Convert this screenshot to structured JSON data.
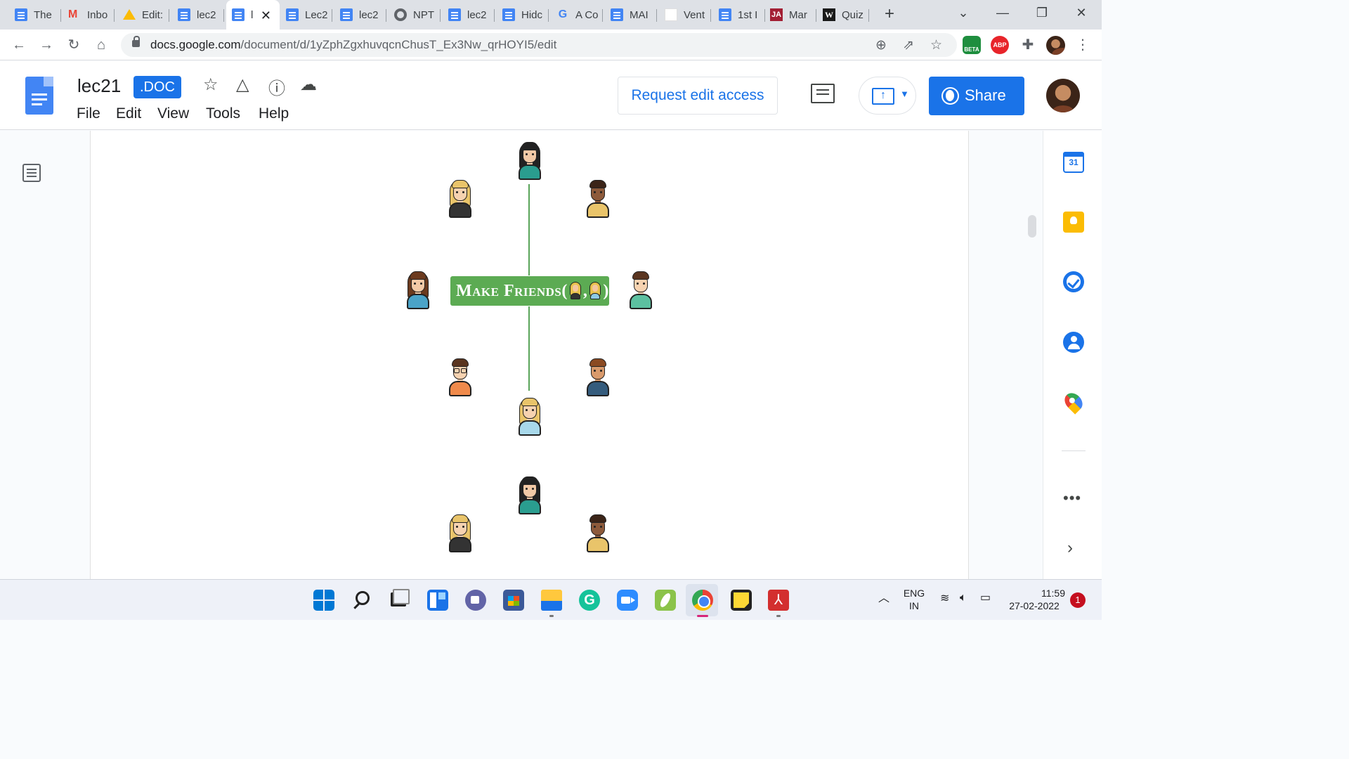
{
  "browser": {
    "tabs": [
      {
        "favicon": "docs-icon",
        "label": "The"
      },
      {
        "favicon": "gmail-icon",
        "label": "Inbo"
      },
      {
        "favicon": "drive-icon",
        "label": "Edit:"
      },
      {
        "favicon": "docs-icon",
        "label": "lec2"
      },
      {
        "favicon": "docs-icon",
        "label": "l",
        "active": true
      },
      {
        "favicon": "docs-icon",
        "label": "Lec2"
      },
      {
        "favicon": "docs-icon",
        "label": "lec2"
      },
      {
        "favicon": "globe-icon",
        "label": "NPT"
      },
      {
        "favicon": "docs-icon",
        "label": "lec2"
      },
      {
        "favicon": "docs-icon",
        "label": "Hidc"
      },
      {
        "favicon": "google-icon",
        "label": "A Co"
      },
      {
        "favicon": "docs-icon",
        "label": "MAI"
      },
      {
        "favicon": "blank-icon",
        "label": "Vent"
      },
      {
        "favicon": "docs-icon",
        "label": "1st I"
      },
      {
        "favicon": "ja-icon",
        "label": "Mar"
      },
      {
        "favicon": "w-icon",
        "label": "Quiz"
      }
    ],
    "url_host": "docs.google.com",
    "url_path": "/document/d/1yZphZgxhuvqcnChusT_Ex3Nw_qrHOYI5/edit",
    "ext_beta": "BETA",
    "ext_abp": "ABP"
  },
  "docs": {
    "title": "lec21",
    "badge": ".DOC",
    "menu": [
      "File",
      "Edit",
      "View",
      "Tools",
      "Help"
    ],
    "request_edit": "Request edit access",
    "share": "Share"
  },
  "diagram": {
    "center_label": "Make Friends(",
    "center_sep": ",",
    "center_close": ")"
  },
  "sidepanel": {
    "calendar_day": "31",
    "more": "•••"
  },
  "taskbar": {
    "lang_top": "ENG",
    "lang_bottom": "IN",
    "time": "11:59",
    "date": "27-02-2022",
    "notifications": "1",
    "colors": {
      "accent": "#1a73e8",
      "diagram_green": "#5cab53"
    }
  }
}
